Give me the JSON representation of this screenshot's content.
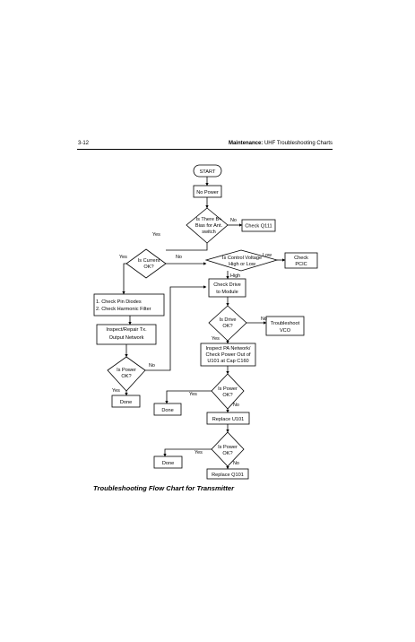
{
  "header": {
    "page_number": "3-12",
    "section_bold": "Maintenance:",
    "section_rest": " UHF Troubleshooting Charts"
  },
  "flowchart": {
    "start": "START",
    "no_power": "No Power",
    "bias_q": [
      "Is There B+",
      "Bias for Ant.",
      "switch"
    ],
    "check_q111": "Check Q111",
    "current_q": [
      "Is Current",
      "OK?"
    ],
    "control_q": [
      "Is Control Voltage",
      "High or Low"
    ],
    "check_pcic": [
      "Check",
      "PCIC"
    ],
    "check_drive": [
      "Check Drive",
      "to Module"
    ],
    "check_pin": [
      "1. Check Pin Diodes",
      "2. Check Harmonic Filter"
    ],
    "inspect_tx": [
      "Inspect/Repair Tx.",
      "Output Network"
    ],
    "drive_q": [
      "Is Drive",
      "OK?"
    ],
    "troubleshoot_vco": [
      "Troubleshoot",
      "VCO"
    ],
    "inspect_pa": [
      "Inspect PA Network/",
      "Check Power Out of",
      "U101 at Cap C160"
    ],
    "power_q": [
      "Is Power",
      "OK?"
    ],
    "done": "Done",
    "replace_u101": "Replace U101",
    "replace_q101": "Replace Q101",
    "labels": {
      "yes": "Yes",
      "no": "No",
      "low": "Low",
      "high": "High"
    }
  },
  "caption": "Troubleshooting Flow Chart for Transmitter"
}
